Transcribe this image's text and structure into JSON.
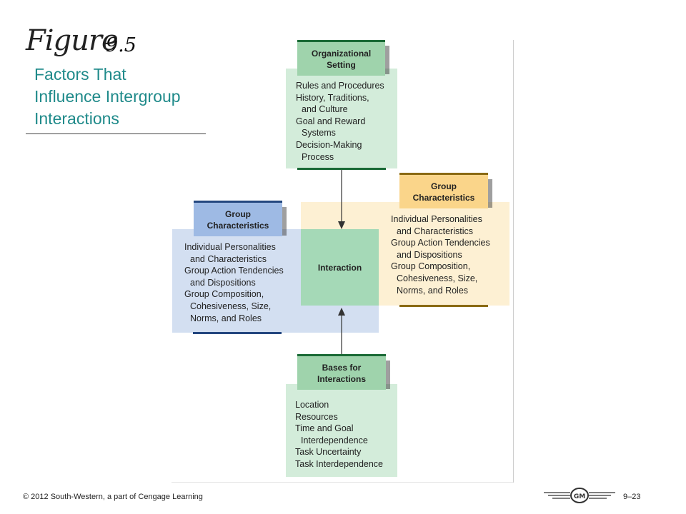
{
  "figure": {
    "word": "Figure",
    "number": "9.5",
    "title_lines": [
      "Factors That",
      "Influence Intergroup",
      "Interactions"
    ]
  },
  "diagram": {
    "org_setting": {
      "header_lines": [
        "Organizational",
        "Setting"
      ],
      "items": [
        "Rules and Procedures",
        "History, Traditions,",
        "and Culture",
        "Goal and Reward",
        "Systems",
        "Decision-Making",
        "Process"
      ]
    },
    "group_left": {
      "header_lines": [
        "Group",
        "Characteristics"
      ],
      "items": [
        "Individual Personalities",
        "and Characteristics",
        "Group Action Tendencies",
        "and Dispositions",
        "Group Composition,",
        "Cohesiveness, Size,",
        "Norms, and Roles"
      ]
    },
    "group_right": {
      "header_lines": [
        "Group",
        "Characteristics"
      ],
      "items": [
        "Individual Personalities",
        "and Characteristics",
        "Group Action Tendencies",
        "and Dispositions",
        "Group Composition,",
        "Cohesiveness, Size,",
        "Norms, and Roles"
      ]
    },
    "interaction": {
      "label": "Interaction"
    },
    "bases": {
      "header_lines": [
        "Bases for",
        "Interactions"
      ],
      "items": [
        "Location",
        "Resources",
        "Time and Goal",
        "Interdependence",
        "Task Uncertainty",
        "Task Interdependence"
      ]
    },
    "colors": {
      "green_panel": "#d3ecda",
      "green_header": "#9fd3ac",
      "blue_panel": "#d3dff1",
      "blue_header": "#9ebae4",
      "yellow_panel": "#fdf0d3",
      "yellow_header": "#fad58a",
      "interaction": "#a5d9b7"
    }
  },
  "footer": {
    "copyright": "© 2012 South-Western, a part of Cengage Learning",
    "page": "9–23",
    "logo_text": "GM",
    "logo_icon": "winged-emblem-icon"
  }
}
